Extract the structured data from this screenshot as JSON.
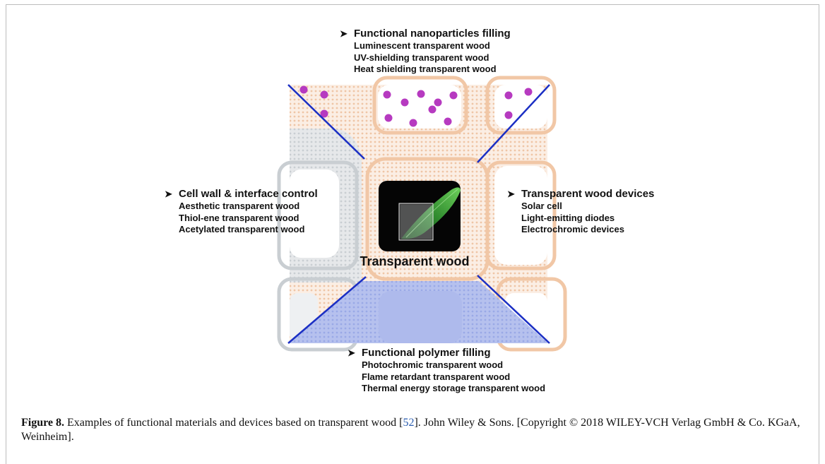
{
  "figure": {
    "center_label": "Transparent wood",
    "top": {
      "title": "Functional nanoparticles filling",
      "items": [
        "Luminescent transparent wood",
        "UV-shielding transparent wood",
        "Heat shielding transparent wood"
      ]
    },
    "left": {
      "title": "Cell wall & interface control",
      "items": [
        "Aesthetic transparent wood",
        "Thiol-ene transparent wood",
        "Acetylated transparent wood"
      ]
    },
    "right": {
      "title": "Transparent wood devices",
      "items": [
        "Solar cell",
        "Light-emitting diodes",
        "Electrochromic devices"
      ]
    },
    "bottom": {
      "title": "Functional polymer filling",
      "items": [
        "Photochromic transparent wood",
        "Flame retardant transparent wood",
        "Thermal energy storage transparent wood"
      ]
    },
    "colors": {
      "wood_cell": "#f7dcc8",
      "wood_dots": "#eab890",
      "grey_region": "#d9dde0",
      "blue_region": "#a9b6ea",
      "nanoparticle": "#b63ac0",
      "divider_line": "#1b2fc4"
    }
  },
  "caption": {
    "label": "Figure 8.",
    "text_before_ref": " Examples of functional materials and devices based on transparent wood [",
    "ref": "52",
    "text_after_ref": "]. John Wiley & Sons. [Copyright © 2018 WILEY-VCH Verlag GmbH & Co. KGaA, Weinheim]."
  },
  "icons": {
    "bullet": "arrowhead-bullet-icon"
  }
}
